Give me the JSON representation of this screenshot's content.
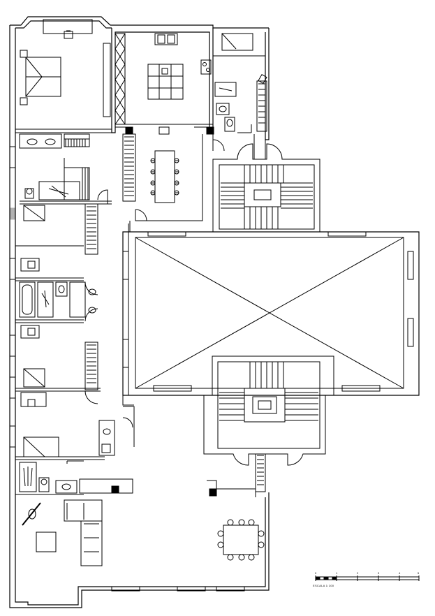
{
  "scale_bar": {
    "title": "ESCALA 1:100",
    "ticks": [
      "0",
      "1",
      "2",
      "3",
      "4",
      "5"
    ]
  },
  "colors": {
    "ink": "#000000",
    "paper": "#ffffff"
  }
}
